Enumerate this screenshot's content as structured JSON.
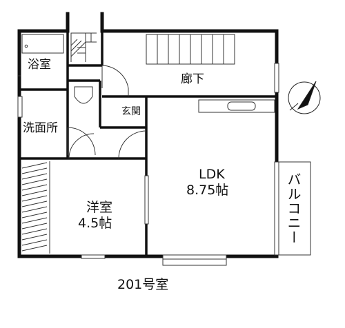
{
  "rooms": {
    "bath": "浴室",
    "corridor": "廊下",
    "entrance": "玄関",
    "washroom": "洗面所",
    "ldk_name": "LDK",
    "ldk_size": "8.75帖",
    "western_name": "洋室",
    "western_size": "4.5帖",
    "balcony": "バルコニー"
  },
  "unit_label": "201号室",
  "compass": {
    "direction": "north",
    "icon": "compass-rose-icon"
  },
  "colors": {
    "wall": "#111111",
    "line": "#333333",
    "background": "#ffffff"
  }
}
